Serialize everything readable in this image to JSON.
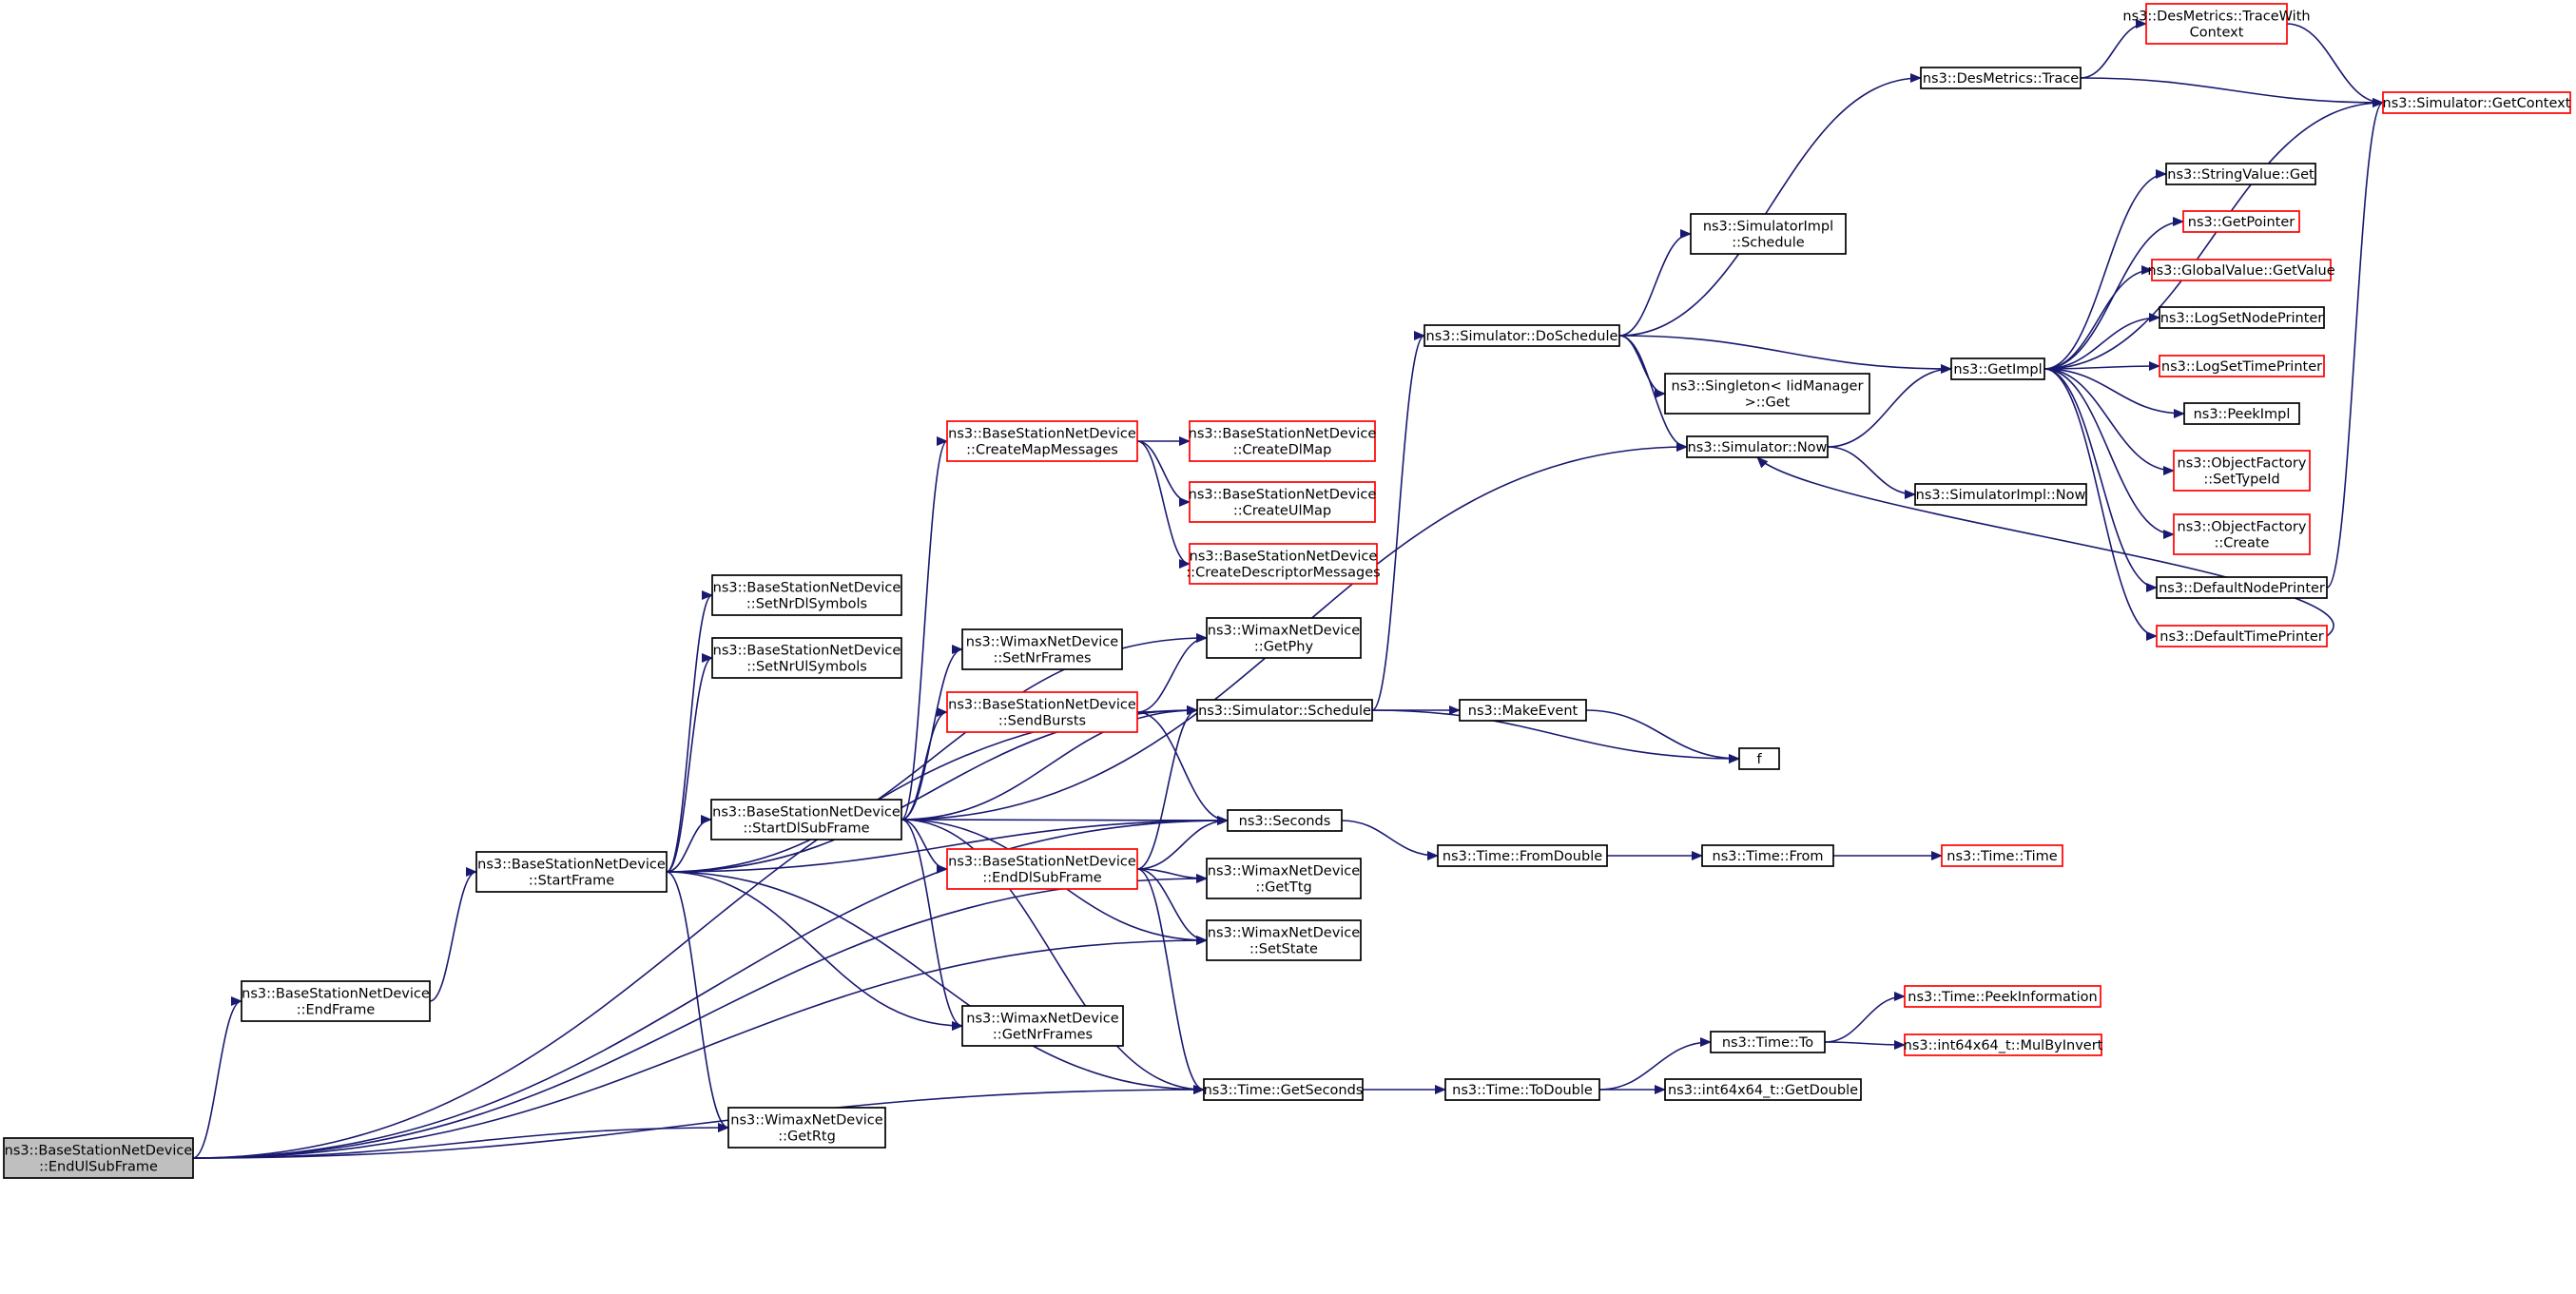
{
  "graph": {
    "colors": {
      "edge": "#191970",
      "node_border_normal": "#000000",
      "node_border_truncated": "#ff0000",
      "focus_fill": "#bfbfbf",
      "node_fill": "#ffffff"
    },
    "nodes": [
      {
        "id": "endul",
        "lines": [
          "ns3::BaseStationNetDevice",
          "::EndUlSubFrame"
        ],
        "style": "focus"
      },
      {
        "id": "endframe",
        "lines": [
          "ns3::BaseStationNetDevice",
          "::EndFrame"
        ],
        "style": "normal"
      },
      {
        "id": "startframe",
        "lines": [
          "ns3::BaseStationNetDevice",
          "::StartFrame"
        ],
        "style": "normal"
      },
      {
        "id": "getrtg",
        "lines": [
          "ns3::WimaxNetDevice",
          "::GetRtg"
        ],
        "style": "normal"
      },
      {
        "id": "setseconds_dl",
        "lines": [
          "ns3::BaseStationNetDevice",
          "::SetNrDlSymbols"
        ],
        "style": "normal"
      },
      {
        "id": "setnrul",
        "lines": [
          "ns3::BaseStationNetDevice",
          "::SetNrUlSymbols"
        ],
        "style": "normal"
      },
      {
        "id": "startdl",
        "lines": [
          "ns3::BaseStationNetDevice",
          "::StartDlSubFrame"
        ],
        "style": "normal"
      },
      {
        "id": "createmap",
        "lines": [
          "ns3::BaseStationNetDevice",
          "::CreateMapMessages"
        ],
        "style": "truncated"
      },
      {
        "id": "setnrframes",
        "lines": [
          "ns3::WimaxNetDevice",
          "::SetNrFrames"
        ],
        "style": "normal"
      },
      {
        "id": "sendbursts",
        "lines": [
          "ns3::BaseStationNetDevice",
          "::SendBursts"
        ],
        "style": "truncated"
      },
      {
        "id": "enddl",
        "lines": [
          "ns3::BaseStationNetDevice",
          "::EndDlSubFrame"
        ],
        "style": "truncated"
      },
      {
        "id": "getnrframes",
        "lines": [
          "ns3::WimaxNetDevice",
          "::GetNrFrames"
        ],
        "style": "normal"
      },
      {
        "id": "createdl",
        "lines": [
          "ns3::BaseStationNetDevice",
          "::CreateDlMap"
        ],
        "style": "truncated"
      },
      {
        "id": "createul",
        "lines": [
          "ns3::BaseStationNetDevice",
          "::CreateUlMap"
        ],
        "style": "truncated"
      },
      {
        "id": "createdesc",
        "lines": [
          "ns3::BaseStationNetDevice",
          "::CreateDescriptorMessages"
        ],
        "style": "truncated"
      },
      {
        "id": "getphy",
        "lines": [
          "ns3::WimaxNetDevice",
          "::GetPhy"
        ],
        "style": "normal"
      },
      {
        "id": "schedule",
        "lines": [
          "ns3::Simulator::Schedule"
        ],
        "style": "normal"
      },
      {
        "id": "seconds",
        "lines": [
          "ns3::Seconds"
        ],
        "style": "normal"
      },
      {
        "id": "getttg",
        "lines": [
          "ns3::WimaxNetDevice",
          "::GetTtg"
        ],
        "style": "normal"
      },
      {
        "id": "setstate",
        "lines": [
          "ns3::WimaxNetDevice",
          "::SetState"
        ],
        "style": "normal"
      },
      {
        "id": "getseconds",
        "lines": [
          "ns3::Time::GetSeconds"
        ],
        "style": "normal"
      },
      {
        "id": "doschedule",
        "lines": [
          "ns3::Simulator::DoSchedule"
        ],
        "style": "normal"
      },
      {
        "id": "makeevent",
        "lines": [
          "ns3::MakeEvent"
        ],
        "style": "normal"
      },
      {
        "id": "fromdouble",
        "lines": [
          "ns3::Time::FromDouble"
        ],
        "style": "normal"
      },
      {
        "id": "todouble",
        "lines": [
          "ns3::Time::ToDouble"
        ],
        "style": "normal"
      },
      {
        "id": "simimplsched",
        "lines": [
          "ns3::SimulatorImpl",
          "::Schedule"
        ],
        "style": "normal"
      },
      {
        "id": "singleton",
        "lines": [
          "ns3::Singleton< IidManager",
          ">::Get"
        ],
        "style": "normal"
      },
      {
        "id": "now",
        "lines": [
          "ns3::Simulator::Now"
        ],
        "style": "normal"
      },
      {
        "id": "f",
        "lines": [
          "f"
        ],
        "style": "normal"
      },
      {
        "id": "from",
        "lines": [
          "ns3::Time::From"
        ],
        "style": "normal"
      },
      {
        "id": "to",
        "lines": [
          "ns3::Time::To"
        ],
        "style": "normal"
      },
      {
        "id": "getdouble",
        "lines": [
          "ns3::int64x64_t::GetDouble"
        ],
        "style": "normal"
      },
      {
        "id": "desmtrace",
        "lines": [
          "ns3::DesMetrics::Trace"
        ],
        "style": "normal"
      },
      {
        "id": "simimplnow",
        "lines": [
          "ns3::SimulatorImpl::Now"
        ],
        "style": "normal"
      },
      {
        "id": "timetime",
        "lines": [
          "ns3::Time::Time"
        ],
        "style": "truncated"
      },
      {
        "id": "peekinfo",
        "lines": [
          "ns3::Time::PeekInformation"
        ],
        "style": "truncated"
      },
      {
        "id": "mulbyinvert",
        "lines": [
          "ns3::int64x64_t::MulByInvert"
        ],
        "style": "truncated"
      },
      {
        "id": "tracectx",
        "lines": [
          "ns3::DesMetrics::TraceWith",
          "Context"
        ],
        "style": "truncated"
      },
      {
        "id": "getimpl",
        "lines": [
          "ns3::GetImpl"
        ],
        "style": "normal"
      },
      {
        "id": "getcontext",
        "lines": [
          "ns3::Simulator::GetContext"
        ],
        "style": "truncated"
      },
      {
        "id": "strget",
        "lines": [
          "ns3::StringValue::Get"
        ],
        "style": "normal"
      },
      {
        "id": "getpointer",
        "lines": [
          "ns3::GetPointer"
        ],
        "style": "truncated"
      },
      {
        "id": "gvgetvalue",
        "lines": [
          "ns3::GlobalValue::GetValue"
        ],
        "style": "truncated"
      },
      {
        "id": "lognode",
        "lines": [
          "ns3::LogSetNodePrinter"
        ],
        "style": "normal"
      },
      {
        "id": "logtime",
        "lines": [
          "ns3::LogSetTimePrinter"
        ],
        "style": "truncated"
      },
      {
        "id": "peekimpl",
        "lines": [
          "ns3::PeekImpl"
        ],
        "style": "normal"
      },
      {
        "id": "ofsettype",
        "lines": [
          "ns3::ObjectFactory",
          "::SetTypeId"
        ],
        "style": "truncated"
      },
      {
        "id": "ofcreate",
        "lines": [
          "ns3::ObjectFactory",
          "::Create"
        ],
        "style": "truncated"
      },
      {
        "id": "defnode",
        "lines": [
          "ns3::DefaultNodePrinter"
        ],
        "style": "normal"
      },
      {
        "id": "deftime",
        "lines": [
          "ns3::DefaultTimePrinter"
        ],
        "style": "truncated"
      }
    ],
    "edges": [
      [
        "endul",
        "endframe"
      ],
      [
        "endul",
        "getrtg"
      ],
      [
        "endul",
        "schedule"
      ],
      [
        "endul",
        "seconds"
      ],
      [
        "endul",
        "setstate"
      ],
      [
        "endul",
        "getttg"
      ],
      [
        "endul",
        "getseconds"
      ],
      [
        "endframe",
        "startframe"
      ],
      [
        "startframe",
        "startdl"
      ],
      [
        "startframe",
        "setseconds_dl"
      ],
      [
        "startframe",
        "setnrul"
      ],
      [
        "startframe",
        "getrtg"
      ],
      [
        "startframe",
        "getnrframes"
      ],
      [
        "startframe",
        "schedule"
      ],
      [
        "startframe",
        "getphy"
      ],
      [
        "startframe",
        "seconds"
      ],
      [
        "startframe",
        "getseconds"
      ],
      [
        "startdl",
        "createmap"
      ],
      [
        "startdl",
        "setnrframes"
      ],
      [
        "startdl",
        "sendbursts"
      ],
      [
        "startdl",
        "enddl"
      ],
      [
        "startdl",
        "getnrframes"
      ],
      [
        "startdl",
        "schedule"
      ],
      [
        "startdl",
        "now"
      ],
      [
        "startdl",
        "seconds"
      ],
      [
        "startdl",
        "setstate"
      ],
      [
        "startdl",
        "getseconds"
      ],
      [
        "createmap",
        "createdl"
      ],
      [
        "createmap",
        "createul"
      ],
      [
        "createmap",
        "createdesc"
      ],
      [
        "sendbursts",
        "getphy"
      ],
      [
        "sendbursts",
        "schedule"
      ],
      [
        "sendbursts",
        "seconds"
      ],
      [
        "enddl",
        "schedule"
      ],
      [
        "enddl",
        "seconds"
      ],
      [
        "enddl",
        "getttg"
      ],
      [
        "enddl",
        "setstate"
      ],
      [
        "enddl",
        "getseconds"
      ],
      [
        "schedule",
        "doschedule"
      ],
      [
        "schedule",
        "makeevent"
      ],
      [
        "schedule",
        "f"
      ],
      [
        "makeevent",
        "f"
      ],
      [
        "seconds",
        "fromdouble"
      ],
      [
        "fromdouble",
        "from"
      ],
      [
        "from",
        "timetime"
      ],
      [
        "getseconds",
        "todouble"
      ],
      [
        "todouble",
        "to"
      ],
      [
        "todouble",
        "getdouble"
      ],
      [
        "to",
        "peekinfo"
      ],
      [
        "to",
        "mulbyinvert"
      ],
      [
        "doschedule",
        "simimplsched"
      ],
      [
        "doschedule",
        "desmtrace"
      ],
      [
        "doschedule",
        "getimpl"
      ],
      [
        "doschedule",
        "singleton"
      ],
      [
        "doschedule",
        "now"
      ],
      [
        "now",
        "getimpl"
      ],
      [
        "now",
        "simimplnow"
      ],
      [
        "desmtrace",
        "tracectx"
      ],
      [
        "desmtrace",
        "getcontext"
      ],
      [
        "tracectx",
        "getcontext"
      ],
      [
        "getimpl",
        "getcontext"
      ],
      [
        "getimpl",
        "strget"
      ],
      [
        "getimpl",
        "getpointer"
      ],
      [
        "getimpl",
        "gvgetvalue"
      ],
      [
        "getimpl",
        "lognode"
      ],
      [
        "getimpl",
        "logtime"
      ],
      [
        "getimpl",
        "peekimpl"
      ],
      [
        "getimpl",
        "ofsettype"
      ],
      [
        "getimpl",
        "ofcreate"
      ],
      [
        "getimpl",
        "defnode"
      ],
      [
        "getimpl",
        "deftime"
      ],
      [
        "defnode",
        "getcontext"
      ],
      [
        "deftime",
        "now"
      ]
    ]
  }
}
